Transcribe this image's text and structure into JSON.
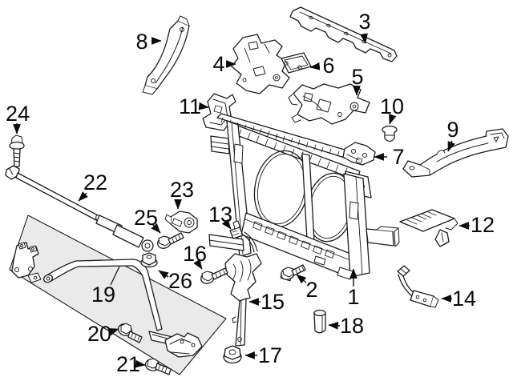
{
  "diagram": {
    "kind": "exploded-parts-diagram",
    "colors": {
      "background": "#ffffff",
      "line": "#1c1c1c",
      "label": "#0a0a0a",
      "highlight_fill": "#eaeaea"
    },
    "callouts": [
      {
        "num": "1"
      },
      {
        "num": "2"
      },
      {
        "num": "3"
      },
      {
        "num": "4"
      },
      {
        "num": "5"
      },
      {
        "num": "6"
      },
      {
        "num": "7"
      },
      {
        "num": "8"
      },
      {
        "num": "9"
      },
      {
        "num": "10"
      },
      {
        "num": "11"
      },
      {
        "num": "12"
      },
      {
        "num": "13"
      },
      {
        "num": "14"
      },
      {
        "num": "15"
      },
      {
        "num": "16"
      },
      {
        "num": "17"
      },
      {
        "num": "18"
      },
      {
        "num": "19"
      },
      {
        "num": "20"
      },
      {
        "num": "21"
      },
      {
        "num": "22"
      },
      {
        "num": "23"
      },
      {
        "num": "24"
      },
      {
        "num": "25"
      },
      {
        "num": "26"
      }
    ]
  }
}
